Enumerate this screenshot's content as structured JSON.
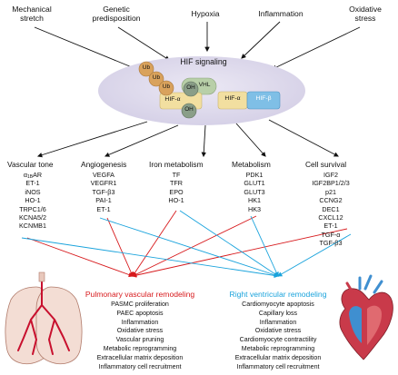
{
  "colors": {
    "red": "#d7191c",
    "blue": "#1aa3dc",
    "ellipse_fill": "#ddd9ec",
    "ub_fill": "#d9a25c",
    "oh_fill": "#8a9e88",
    "vhl_fill": "#b8cfa8",
    "hif_alpha_fill": "#f2dfa0",
    "hif_beta_fill": "#7fbfe6"
  },
  "inputs": [
    "Mechanical stretch",
    "Genetic predisposition",
    "Hypoxia",
    "Inflammation",
    "Oxidative stress"
  ],
  "hif_title": "HIF signaling",
  "hif_complex": {
    "ub": "Ub",
    "oh": "OH",
    "vhl": "VHL",
    "hif_alpha": "HIF-α",
    "hif_beta": "HIF-β"
  },
  "categories": [
    {
      "title": "Vascular tone",
      "genes": [
        "α1BAR",
        "ET-1",
        "iNOS",
        "HO-1",
        "TRPC1/6",
        "KCNA5/2",
        "KCNMB1"
      ]
    },
    {
      "title": "Angiogenesis",
      "genes": [
        "VEGFA",
        "VEGFR1",
        "TGF-β3",
        "PAI-1",
        "ET-1"
      ]
    },
    {
      "title": "Iron metabolism",
      "genes": [
        "TF",
        "TFR",
        "EPO",
        "HO-1"
      ]
    },
    {
      "title": "Metabolism",
      "genes": [
        "PDK1",
        "GLUT1",
        "GLUT3",
        "HK1",
        "HK3"
      ]
    },
    {
      "title": "Cell survival",
      "genes": [
        "IGF2",
        "IGF2BP1/2/3",
        "p21",
        "CCNG2",
        "DEC1",
        "CXCL12",
        "ET-1",
        "TGF-α",
        "TGF-β3"
      ]
    }
  ],
  "outcomes": {
    "pulmonary": {
      "title": "Pulmonary vascular remodeling",
      "items": [
        "PASMC proliferation",
        "PAEC apoptosis",
        "Inflammation",
        "Oxidative stress",
        "Vascular pruning",
        "Metabolic reprogramming",
        "Extracellular matrix deposition",
        "Inflammatory cell recruitment"
      ]
    },
    "rv": {
      "title": "Right ventricular remodeling",
      "items": [
        "Cardiomyocyte apoptosis",
        "Capillary loss",
        "Inflammation",
        "Oxidative stress",
        "Cardiomyocyte contractility",
        "Metabolic reprogramming",
        "Extracellular matrix deposition",
        "Inflammatory cell recruitment"
      ]
    }
  }
}
